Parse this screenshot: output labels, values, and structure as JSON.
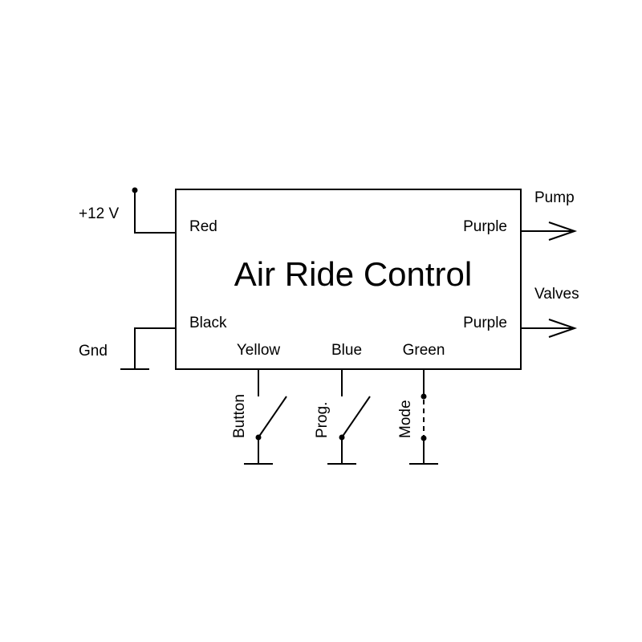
{
  "title": "Air Ride Control",
  "pins": {
    "red": "Red",
    "black": "Black",
    "purple_pump": "Purple",
    "purple_valves": "Purple",
    "yellow": "Yellow",
    "blue": "Blue",
    "green": "Green"
  },
  "terminals": {
    "supply": "+12 V",
    "ground": "Gnd",
    "pump": "Pump",
    "valves": "Valves"
  },
  "switches": {
    "button": "Button",
    "prog": "Prog.",
    "mode": "Mode"
  },
  "colors": {
    "stroke": "#000000",
    "background": "#ffffff"
  }
}
